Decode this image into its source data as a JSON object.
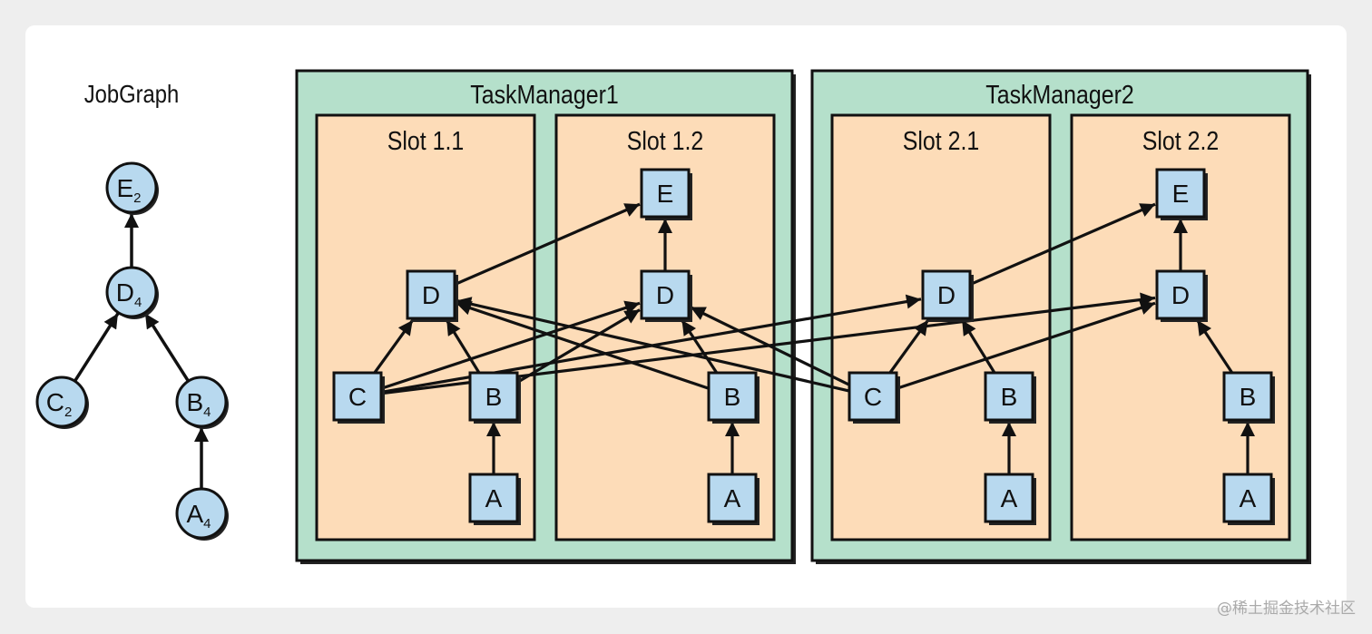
{
  "jobgraph": {
    "title": "JobGraph",
    "nodes": [
      {
        "id": "E",
        "label": "E",
        "sub": "2"
      },
      {
        "id": "D",
        "label": "D",
        "sub": "4"
      },
      {
        "id": "C",
        "label": "C",
        "sub": "2"
      },
      {
        "id": "B",
        "label": "B",
        "sub": "4"
      },
      {
        "id": "A",
        "label": "A",
        "sub": "4"
      }
    ],
    "edges": [
      [
        "A",
        "B"
      ],
      [
        "B",
        "D"
      ],
      [
        "C",
        "D"
      ],
      [
        "D",
        "E"
      ]
    ]
  },
  "task_managers": [
    {
      "name": "TaskManager1",
      "slots": [
        {
          "name": "Slot 1.1",
          "tasks": [
            "D",
            "C",
            "B",
            "A"
          ]
        },
        {
          "name": "Slot 1.2",
          "tasks": [
            "E",
            "D",
            "B",
            "A"
          ]
        }
      ]
    },
    {
      "name": "TaskManager2",
      "slots": [
        {
          "name": "Slot 2.1",
          "tasks": [
            "D",
            "C",
            "B",
            "A"
          ]
        },
        {
          "name": "Slot 2.2",
          "tasks": [
            "E",
            "D",
            "B",
            "A"
          ]
        }
      ]
    }
  ],
  "edges": [
    [
      "s11_A",
      "s11_B"
    ],
    [
      "s12_A",
      "s12_B"
    ],
    [
      "s21_A",
      "s21_B"
    ],
    [
      "s22_A",
      "s22_B"
    ],
    [
      "s11_B",
      "s11_D"
    ],
    [
      "s11_B",
      "s12_D"
    ],
    [
      "s12_B",
      "s12_D"
    ],
    [
      "s12_B",
      "s11_D"
    ],
    [
      "s21_B",
      "s21_D"
    ],
    [
      "s22_B",
      "s22_D"
    ],
    [
      "s11_C",
      "s11_D"
    ],
    [
      "s11_C",
      "s12_D"
    ],
    [
      "s11_C",
      "s21_D"
    ],
    [
      "s11_C",
      "s22_D"
    ],
    [
      "s21_C",
      "s21_D"
    ],
    [
      "s21_C",
      "s22_D"
    ],
    [
      "s21_C",
      "s11_D"
    ],
    [
      "s21_C",
      "s12_D"
    ],
    [
      "s11_D",
      "s12_E"
    ],
    [
      "s12_D",
      "s12_E"
    ],
    [
      "s21_D",
      "s22_E"
    ],
    [
      "s22_D",
      "s22_E"
    ]
  ],
  "colors": {
    "tm_fill": "#b5e0cb",
    "slot_fill": "#fddcb8",
    "node_fill": "#b8d9ef",
    "stroke": "#111111"
  },
  "watermark": "@稀土掘金技术社区"
}
